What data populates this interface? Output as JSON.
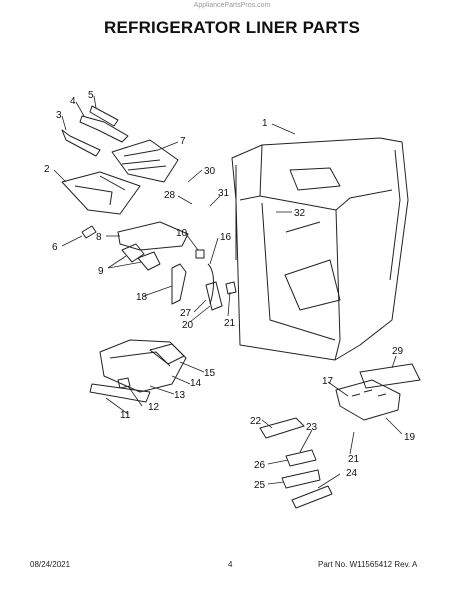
{
  "watermark": "AppliancePartsPros.com",
  "title": "REFRIGERATOR LINER PARTS",
  "footer": {
    "date": "08/24/2021",
    "page": "4",
    "part": "Part No. W11565412  Rev. A"
  },
  "callouts": [
    "1",
    "2",
    "3",
    "4",
    "5",
    "6",
    "7",
    "8",
    "9",
    "10",
    "11",
    "12",
    "13",
    "14",
    "15",
    "16",
    "17",
    "18",
    "19",
    "20",
    "21",
    "21",
    "22",
    "23",
    "24",
    "25",
    "26",
    "27",
    "28",
    "29",
    "30",
    "31",
    "32"
  ]
}
